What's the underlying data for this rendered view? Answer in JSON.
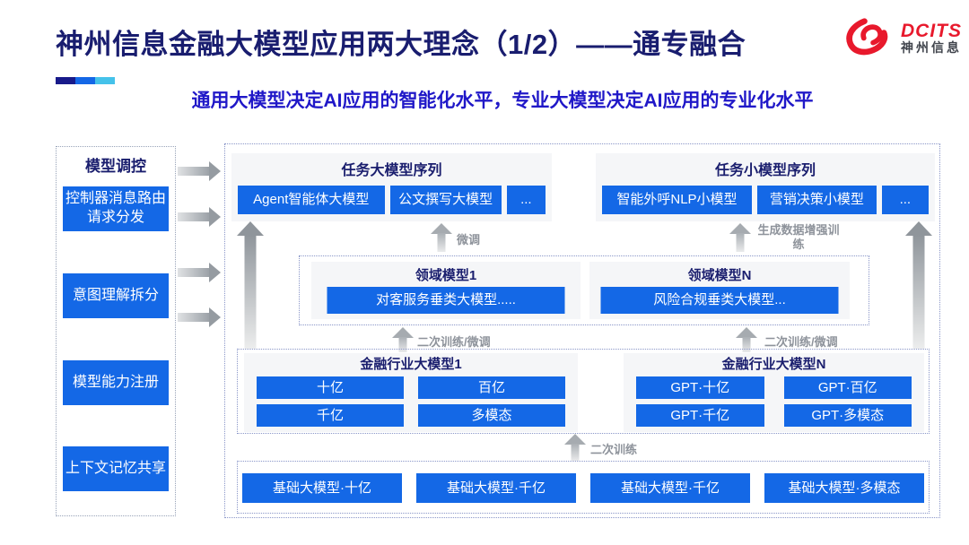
{
  "header": {
    "title": "神州信息金融大模型应用两大理念（1/2）——通专融合",
    "subtitle": "通用大模型决定AI应用的智能化水平，专业大模型决定AI应用的专业化水平",
    "logo": {
      "brand": "DCITS",
      "company": "神州信息"
    }
  },
  "sidebar": {
    "title": "模型调控",
    "items": [
      {
        "label": "控制器消息路由请求分发"
      },
      {
        "label": "意图理解拆分"
      },
      {
        "label": "模型能力注册"
      },
      {
        "label": "上下文记忆共享"
      }
    ]
  },
  "task_large_panel": {
    "title": "任务大模型序列",
    "items": [
      {
        "label": "Agent智能体大模型"
      },
      {
        "label": "公文撰写大模型"
      },
      {
        "label": "..."
      }
    ]
  },
  "task_small_panel": {
    "title": "任务小模型序列",
    "items": [
      {
        "label": "智能外呼NLP小模型"
      },
      {
        "label": "营销决策小模型"
      },
      {
        "label": "..."
      }
    ]
  },
  "domain_panel_1": {
    "title": "领域模型1",
    "model": "对客服务垂类大模型....."
  },
  "domain_panel_n": {
    "title": "领域模型N",
    "model": "风险合规垂类大模型..."
  },
  "industry_panel_1": {
    "title": "金融行业大模型1",
    "items": [
      {
        "label": "十亿"
      },
      {
        "label": "百亿"
      },
      {
        "label": "千亿"
      },
      {
        "label": "多模态"
      }
    ]
  },
  "industry_panel_n": {
    "title": "金融行业大模型N",
    "items": [
      {
        "label": "GPT·十亿"
      },
      {
        "label": "GPT·百亿"
      },
      {
        "label": "GPT·千亿"
      },
      {
        "label": "GPT·多模态"
      }
    ]
  },
  "base_panel": {
    "items": [
      {
        "label": "基础大模型·十亿"
      },
      {
        "label": "基础大模型·千亿"
      },
      {
        "label": "基础大模型·千亿"
      },
      {
        "label": "基础大模型·多模态"
      }
    ]
  },
  "arrows": {
    "fine_tune": "微调",
    "gen_data_train": "生成数据增强训练",
    "retrain_ft_left": "二次训练/微调",
    "retrain_ft_right": "二次训练/微调",
    "retrain": "二次训练"
  },
  "colors": {
    "accent_blue": "#1468e6",
    "title_navy": "#191d6f",
    "subtitle_blue": "#2018c8",
    "brand_red": "#e8192c",
    "arrow_gray": "#8e939b"
  }
}
